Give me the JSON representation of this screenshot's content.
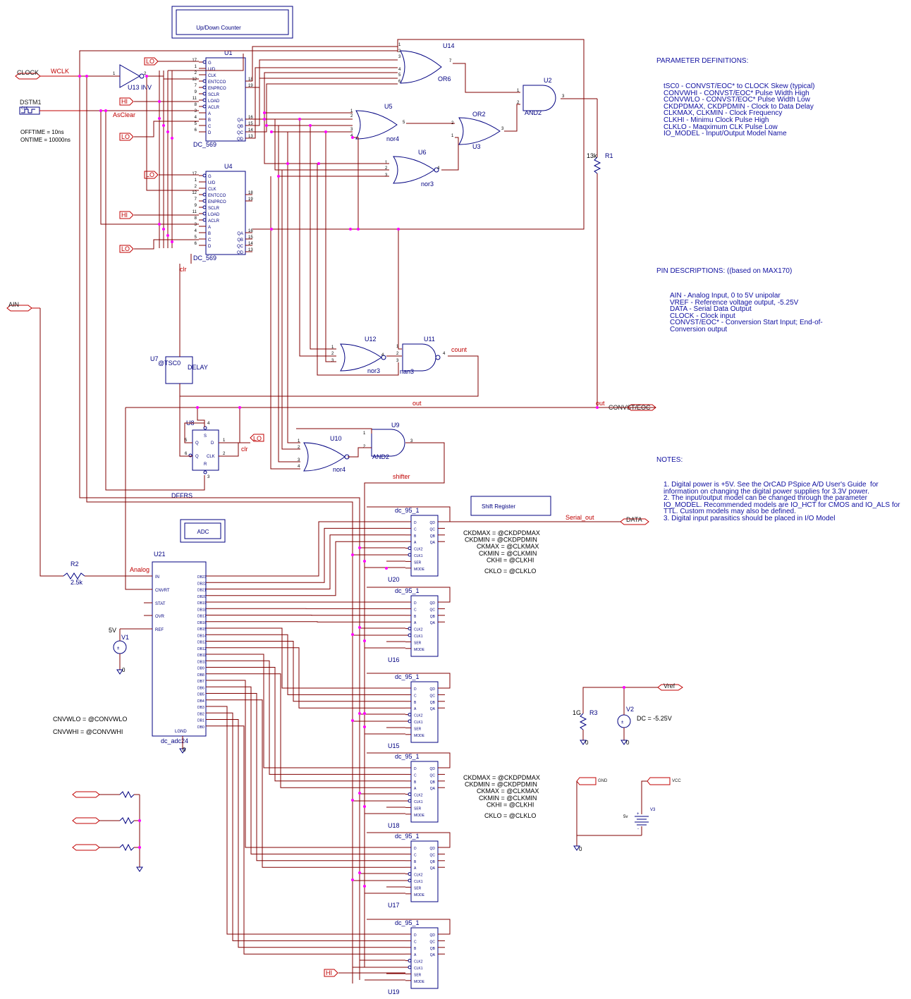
{
  "title_box": "Up/Down Counter",
  "adc_box": "ADC",
  "shift_box": "Shift Register",
  "ports": {
    "clock": "CLOCK",
    "dstm": "DSTM1",
    "ain": "AIN",
    "convst": "CONVST/EOC",
    "data": "DATA",
    "vref": "Vref",
    "gnd": "GND",
    "vcc": "VCC",
    "hi": "HI",
    "lo": "LO"
  },
  "nets": {
    "wclk": "WCLK",
    "asclear": "AsClear",
    "count": "count",
    "out": "out",
    "shifter": "shifter",
    "serial_out": "Serial_out",
    "analog": "Analog",
    "clr": "clr"
  },
  "stim": {
    "offtime": "OFFTIME = 10ns",
    "ontime": "ONTIME = 10000ns",
    "clk": "CLK"
  },
  "parts": {
    "u1": "U1",
    "u4": "U4",
    "u13": "U13",
    "inv": "INV",
    "dc569": "DC_569",
    "u14": "U14",
    "or6": "OR6",
    "u2": "U2",
    "and2": "AND2",
    "u5": "U5",
    "nor4": "nor4",
    "or2": "OR2",
    "u3": "U3",
    "u6": "U6",
    "nor3": "nor3",
    "r1": "R1",
    "r1v": "13k",
    "u12": "U12",
    "u11": "U11",
    "nan3": "nan3",
    "u7": "U7",
    "tsc0": "@TSC0",
    "delay": "DELAY",
    "u8": "U8",
    "dffrs": "DFFRS",
    "u10": "U10",
    "u9": "U9",
    "u21": "U21",
    "dcadc": "dc_adc24",
    "r2": "R2",
    "r2v": "2.5k",
    "v1": "V1",
    "v1v": "5V",
    "dc95": "dc_95_1",
    "u20": "U20",
    "u16": "U16",
    "u15": "U15",
    "u18": "U18",
    "u17": "U17",
    "u19": "U19",
    "r3": "R3",
    "r3v": "1G",
    "v2": "V2",
    "v2v": "DC = -5.25V",
    "v3": "V3",
    "v3v": "5v",
    "zero": "0"
  },
  "counter_pins_left": [
    "G",
    "U/D",
    "CLK",
    "ENTCCO",
    "ENPRCO",
    "SCLR",
    "LOAD",
    "ACLR",
    "A",
    "B",
    "C",
    "D"
  ],
  "counter_pins_left_num": [
    "17",
    "1",
    "2",
    "12",
    "7",
    "9",
    "11",
    "8",
    "3",
    "4",
    "5",
    "6"
  ],
  "counter_pins_right": [
    "QA",
    "QB",
    "QC",
    "QD"
  ],
  "counter_pins_right_num": [
    "16",
    "15",
    "14",
    "13"
  ],
  "counter_pins_top_right_num": [
    "18",
    "19"
  ],
  "sr_pins_left": [
    "D",
    "C",
    "B",
    "A",
    "CLK2",
    "CLK1",
    "SER",
    "MODE"
  ],
  "sr_pins_right": [
    "QD",
    "QC",
    "QB",
    "QA"
  ],
  "adc_left_pins": [
    "IN",
    "CNVRT",
    "STAT",
    "OVR",
    "REF",
    "LGND"
  ],
  "adc_right_pins": [
    "DB23",
    "DB22",
    "DB21",
    "DB20",
    "DB19",
    "DB18",
    "DB17",
    "DB16",
    "DB15",
    "DB14",
    "DB13",
    "DB12",
    "DB11",
    "DB10",
    "DB9",
    "DB8",
    "DB7",
    "DB6",
    "DB5",
    "DB4",
    "DB3",
    "DB2",
    "DB1",
    "DB0"
  ],
  "dff_pins": {
    "s": "S",
    "r": "R",
    "q": "Q",
    "qbar": "Q",
    "d": "D",
    "clk": "CLK"
  },
  "params_sr_a": [
    "CKDMAX = @CKDPDMAX",
    "CKDMIN = @CKDPDMIN",
    "CKMAX = @CLKMAX",
    "CKMIN = @CLKMIN",
    "CKHI = @CLKHI",
    "CKLO = @CLKLO"
  ],
  "params_sr_b": [
    "CKDMAX = @CKDPDMAX",
    "CKDMIN = @CKDPDMIN",
    "CKMAX = @CLKMAX",
    "CKMIN = @CLKMIN",
    "CKHI = @CLKHI",
    "CKLO = @CLKLO"
  ],
  "params_adc": [
    "CNVWLO = @CONVWLO",
    "CNVWHI = @CONVWHI"
  ],
  "param_defs_title": "PARAMETER DEFINITIONS:",
  "param_defs": [
    "tSC0 - CONVST/EOC* to CLOCK Skew (typical)",
    "CONVWHI - CONVST/EOC* Pulse Width High",
    "CONVWLO - CONVST/EOC* Pulse Width Low",
    "CKDPDMAX, CKDPDMIN - Clock to Data Delay",
    "CLKMAX, CLKMIN - Clock Frequency",
    "CLKHI - Minimu Clock Pulse High",
    "CLKLO - Maqximum CLK Pulse Low",
    "IO_MODEL - Input/Output Model Name"
  ],
  "pin_desc_title": "PIN DESCRIPTIONS: ((based on MAX170)",
  "pin_desc": [
    "AIN - Analog Input, 0 to 5V unipolar",
    "VREF - Reference voltage output, -5.25V",
    "DATA - Serial Data Output",
    "CLOCK - Clock input",
    "CONVST/EOC* - Conversion Start Input; End-of-",
    "Conversion output"
  ],
  "notes_title": "NOTES:",
  "notes": [
    "1. Digital power is +5V. See the OrCAD PSpice A/D User's Guide  for",
    "information on changing the digital power supplies for 3.3V power.",
    "2. The input/output model can be changed through the parameter",
    "IO_MODEL. Recommended models are IO_HCT for CMOS and IO_ALS for",
    "TTL. Custom models may also be defined.",
    "3. Digital input parasitics should be placed in I/O Model"
  ],
  "colors": {
    "wire": "#800000",
    "part": "#000080",
    "text": "#1010a0",
    "net": "#c00000",
    "junction": "#ff00ff"
  }
}
